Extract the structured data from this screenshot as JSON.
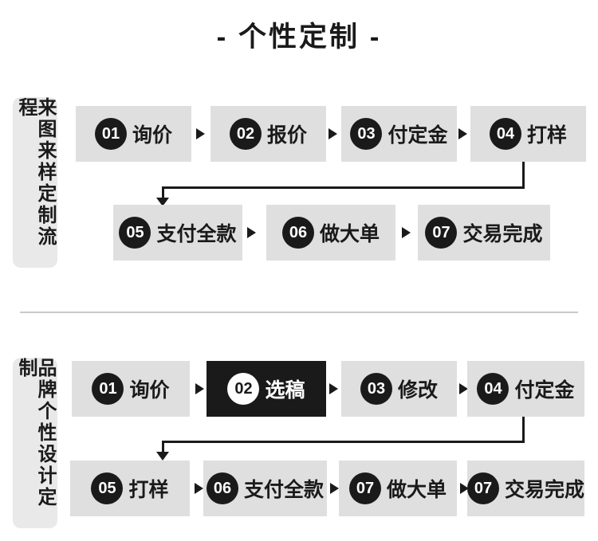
{
  "page": {
    "title": "- 个性定制 -"
  },
  "colors": {
    "box_bg": "#dfdfdf",
    "pill_bg": "#e9e9e9",
    "accent": "#1a1a1a",
    "divider": "#c9c9c9",
    "inverted_text": "#ffffff"
  },
  "sections": [
    {
      "label": "来图来样定制流程",
      "rows": [
        [
          {
            "num": "01",
            "text": "询价"
          },
          {
            "num": "02",
            "text": "报价"
          },
          {
            "num": "03",
            "text": "付定金"
          },
          {
            "num": "04",
            "text": "打样"
          }
        ],
        [
          {
            "num": "05",
            "text": "支付全款"
          },
          {
            "num": "06",
            "text": "做大单"
          },
          {
            "num": "07",
            "text": "交易完成"
          }
        ]
      ]
    },
    {
      "label": "品牌个性设计定制",
      "rows": [
        [
          {
            "num": "01",
            "text": "询价"
          },
          {
            "num": "02",
            "text": "选稿",
            "inverted": true
          },
          {
            "num": "03",
            "text": "修改"
          },
          {
            "num": "04",
            "text": "付定金"
          }
        ],
        [
          {
            "num": "05",
            "text": "打样"
          },
          {
            "num": "06",
            "text": "支付全款"
          },
          {
            "num": "07",
            "text": "做大单"
          },
          {
            "num": "07",
            "text": "交易完成"
          }
        ]
      ]
    }
  ]
}
